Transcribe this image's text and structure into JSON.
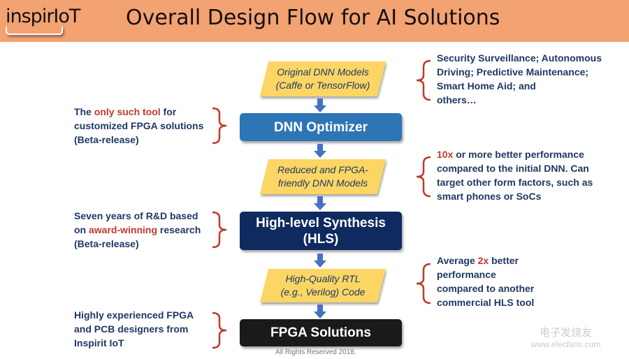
{
  "header": {
    "logo": "inspirIoT",
    "title": "Overall Design Flow for AI Solutions"
  },
  "flow": {
    "models": [
      "Original DNN Models",
      "(Caffe or TensorFlow)"
    ],
    "optimizer": "DNN Optimizer",
    "reduced": [
      "Reduced and FPGA-",
      "friendly DNN Models"
    ],
    "hls": [
      "High-level Synthesis",
      "(HLS)"
    ],
    "rtl": [
      "High-Quality RTL",
      "(e.g., Verilog) Code"
    ],
    "fpga": "FPGA Solutions"
  },
  "left": {
    "optimizer": {
      "pre": "The ",
      "hl": "only such tool",
      "post": " for",
      "l2": "customized FPGA solutions",
      "l3": "(Beta-release)"
    },
    "hls": {
      "l1": "Seven years of R&D based",
      "pre": "on ",
      "hl": "award-winning",
      "post": " research",
      "l3": "(Beta-release)"
    },
    "fpga": {
      "l1": "Highly experienced FPGA",
      "l2": "and PCB designers from",
      "l3": "Inspirit IoT"
    }
  },
  "right": {
    "models": [
      "Security Surveillance; Autonomous",
      "Driving; Predictive Maintenance;",
      "Smart Home Aid; and",
      "others…"
    ],
    "reduced": {
      "hl": "10x",
      "post": " or more better performance",
      "l2": "compared to the initial DNN. Can",
      "l3": "target other form factors, such as",
      "l4": "smart phones or SoCs"
    },
    "rtl": {
      "pre": "Average ",
      "hl": "2x",
      "post": " better",
      "l2": "performance",
      "l3": "compared to another",
      "l4": "commercial HLS tool"
    }
  },
  "footer": "All Rights Reserved 2018.",
  "watermark": [
    "电子发烧友",
    "www.elecfans.com"
  ],
  "colors": {
    "header": "#F3A272",
    "para": "#FBD665",
    "optimizer": "#2E75B6",
    "hls": "#0F2A5F",
    "fpga": "#1A1A1A",
    "highlight": "#C0392B"
  }
}
